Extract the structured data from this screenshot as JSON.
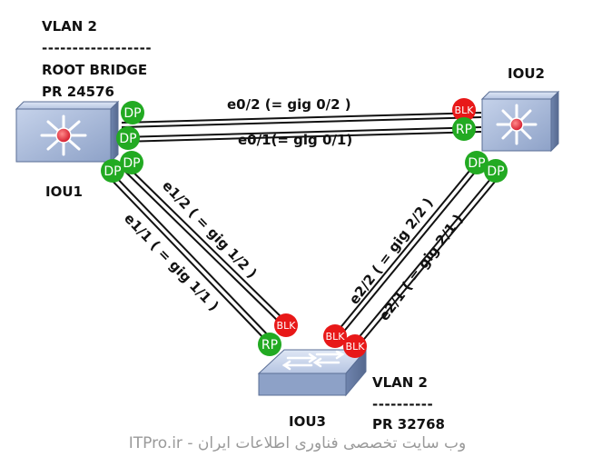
{
  "vlan_left": {
    "vlan": "VLAN 2",
    "divider": "------------------",
    "role": "ROOT BRIDGE",
    "priority": "PR 24576"
  },
  "vlan_bottom": {
    "vlan": "VLAN 2",
    "divider": "----------",
    "priority": "PR 32768"
  },
  "devices": {
    "iou1": "IOU1",
    "iou2": "IOU2",
    "iou3": "IOU3"
  },
  "links": {
    "e0_2": "e0/2 (= gig 0/2 )",
    "e0_1": "e0/1(= gig 0/1)",
    "e1_2": "e1/2 ( = gig 1/2 )",
    "e1_1": "e1/1 ( = gig 1/1 )",
    "e2_2": "e2/2 ( = gig 2/2 )",
    "e2_1": "e2/1 ( = gig 2/1 )"
  },
  "port_roles": {
    "iou1_e0_2": "DP",
    "iou1_e0_1": "DP",
    "iou1_e1_2": "DP",
    "iou1_e1_1": "DP",
    "iou2_e0_2": "BLK",
    "iou2_e0_1": "RP",
    "iou2_e2_2": "DP",
    "iou2_e2_1": "DP",
    "iou3_e1_2": "BLK",
    "iou3_e1_1": "RP",
    "iou3_e2_2": "BLK",
    "iou3_e2_1": "BLK"
  },
  "watermark": "ITPro.ir - وب سایت تخصصی فناوری اطلاعات ایران",
  "colors": {
    "designated": "#22aa22",
    "root_port": "#22aa22",
    "blocking": "#e81818",
    "switch_body": "#a7b8d6",
    "switch_dark": "#7f93b9",
    "link": "#111111"
  },
  "icons": {
    "iou1": "multilayer-switch-icon",
    "iou2": "multilayer-switch-icon",
    "iou3": "workgroup-switch-icon"
  }
}
